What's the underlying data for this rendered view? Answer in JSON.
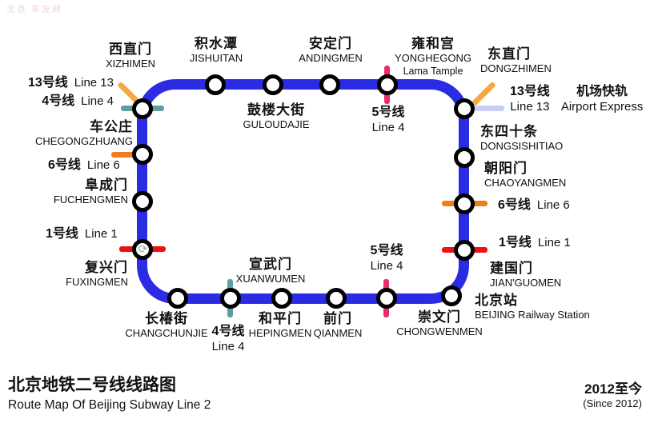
{
  "watermark": "北京 车友网",
  "title": {
    "zh": "北京地铁二号线线路图",
    "en": "Route Map Of Beijing Subway Line 2"
  },
  "period": {
    "zh": "2012至今",
    "en": "(Since 2012)"
  },
  "colors": {
    "line2": "#2b2be4",
    "line1": "#ee1111",
    "line4": "#5f9da1",
    "line5": "#ec2c66",
    "line6": "#ef7d1a",
    "line13": "#f5a83f",
    "airport": "#c9cef3"
  },
  "icons": {
    "loop_arrows": "⟳"
  },
  "stations": {
    "xizhimen": {
      "zh": "西直门",
      "en": "XIZHIMEN"
    },
    "jishuitan": {
      "zh": "积水潭",
      "en": "JISHUITAN"
    },
    "guloudajie": {
      "zh": "鼓楼大街",
      "en": "GULOUDAJIE"
    },
    "andingmen": {
      "zh": "安定门",
      "en": "ANDINGMEN"
    },
    "yonghegong": {
      "zh": "雍和宫",
      "en": "YONGHEGONG",
      "sub": "Lama Tample"
    },
    "dongzhimen": {
      "zh": "东直门",
      "en": "DONGZHIMEN"
    },
    "dongsishitiao": {
      "zh": "东四十条",
      "en": "DONGSISHITIAO"
    },
    "chaoyangmen": {
      "zh": "朝阳门",
      "en": "CHAOYANGMEN"
    },
    "jianguomen": {
      "zh": "建国门",
      "en": "JIAN'GUOMEN"
    },
    "beijingzhan": {
      "zh": "北京站",
      "en": "BEIJING Railway Station"
    },
    "chongwenmen": {
      "zh": "崇文门",
      "en": "CHONGWENMEN"
    },
    "qianmen": {
      "zh": "前门",
      "en": "QIANMEN"
    },
    "hepingmen": {
      "zh": "和平门",
      "en": "HEPINGMEN"
    },
    "xuanwumen": {
      "zh": "宣武门",
      "en": "XUANWUMEN"
    },
    "changchunjie": {
      "zh": "长椿街",
      "en": "CHANGCHUNJIE"
    },
    "chegongzhuang": {
      "zh": "车公庄",
      "en": "CHEGONGZHUANG"
    },
    "fuchengmen": {
      "zh": "阜成门",
      "en": "FUCHENGMEN"
    },
    "fuxingmen": {
      "zh": "复兴门",
      "en": "FUXINGMEN"
    }
  },
  "transfers": {
    "xizhimen_line13": {
      "zh": "13号线",
      "en": "Line 13"
    },
    "xizhimen_line4": {
      "zh": "4号线",
      "en": "Line 4"
    },
    "chegongzhuang_line6": {
      "zh": "6号线",
      "en": "Line 6"
    },
    "fuxingmen_line1": {
      "zh": "1号线",
      "en": "Line 1"
    },
    "xuanwumen_line4": {
      "zh": "4号线",
      "en": "Line 4"
    },
    "chongwenmen_line5": {
      "zh": "5号线",
      "en": "Line 4"
    },
    "yonghegong_line5": {
      "zh": "5号线",
      "en": "Line 4"
    },
    "dongzhimen_line13": {
      "zh": "13号线",
      "en": "Line 13"
    },
    "dongzhimen_airport": {
      "zh": "机场快轨",
      "en": "Airport Express"
    },
    "chaoyangmen_line6": {
      "zh": "6号线",
      "en": "Line 6"
    },
    "jianguomen_line1": {
      "zh": "1号线",
      "en": "Line 1"
    }
  }
}
